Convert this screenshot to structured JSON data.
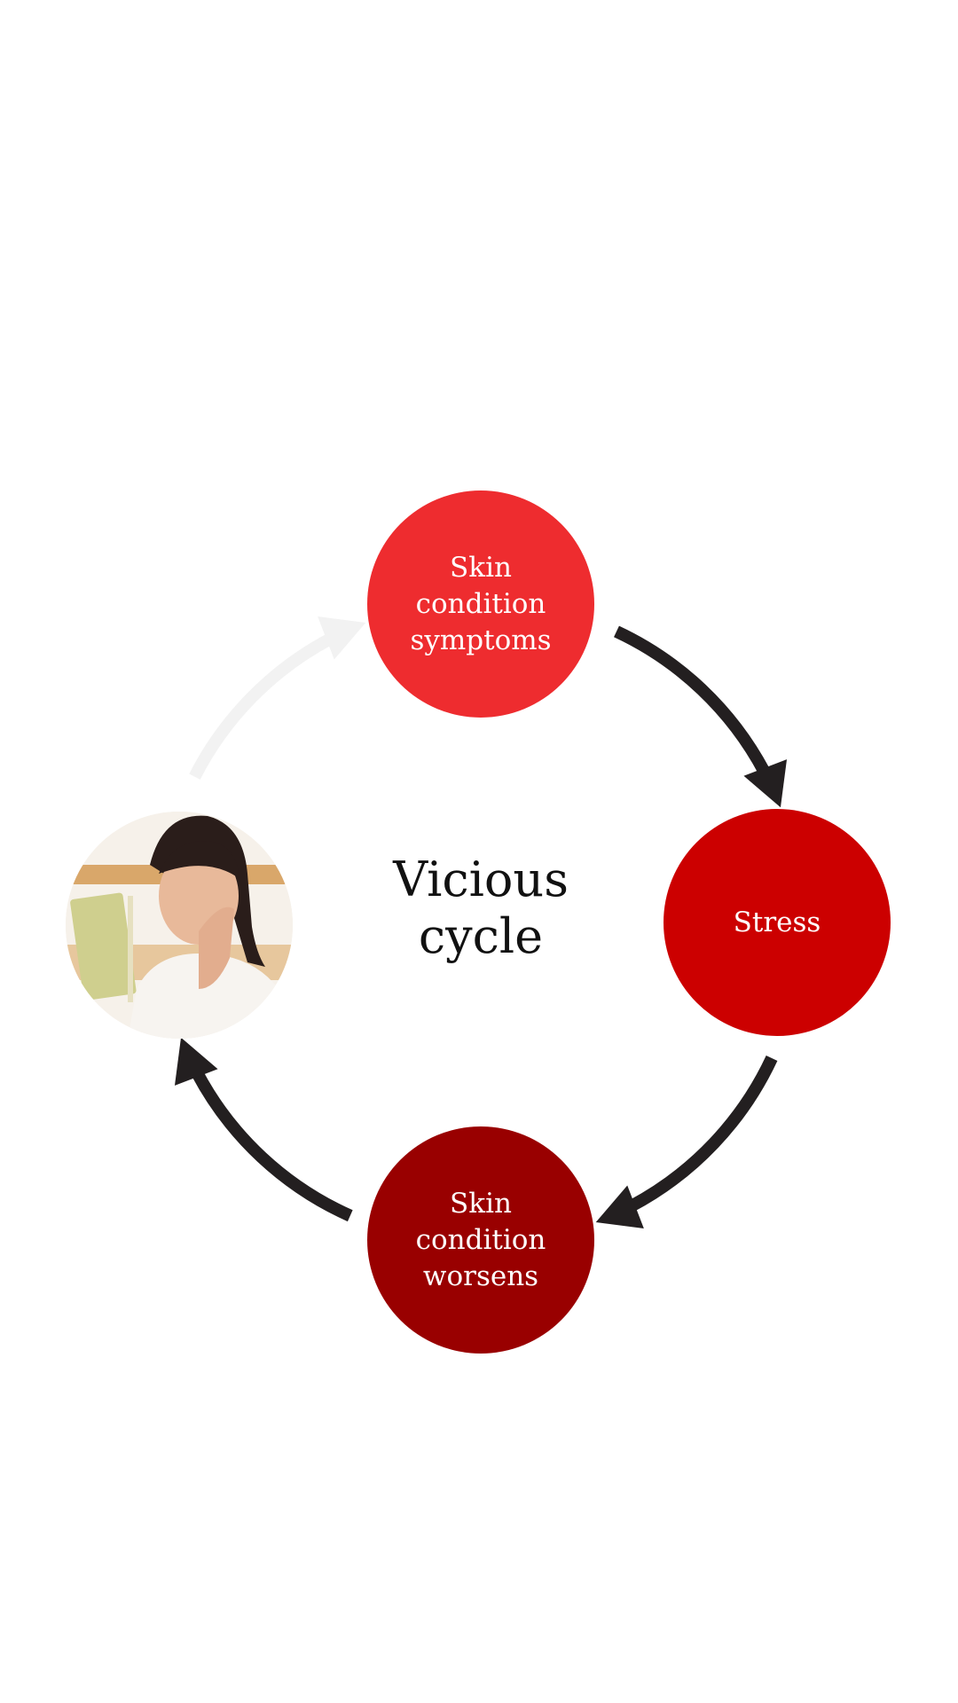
{
  "center_title": "Vicious cycle",
  "nodes": [
    {
      "label": "Skin condition symptoms",
      "color": "#ee2c2f"
    },
    {
      "label": "Stress",
      "color": "#cc0000"
    },
    {
      "label": "Skin condition worsens",
      "color": "#990000"
    }
  ],
  "photo": {
    "subject": "woman-looking-in-mirror"
  },
  "arrow_colors": {
    "active": "#231f20",
    "faded": "#f2f2f2"
  }
}
